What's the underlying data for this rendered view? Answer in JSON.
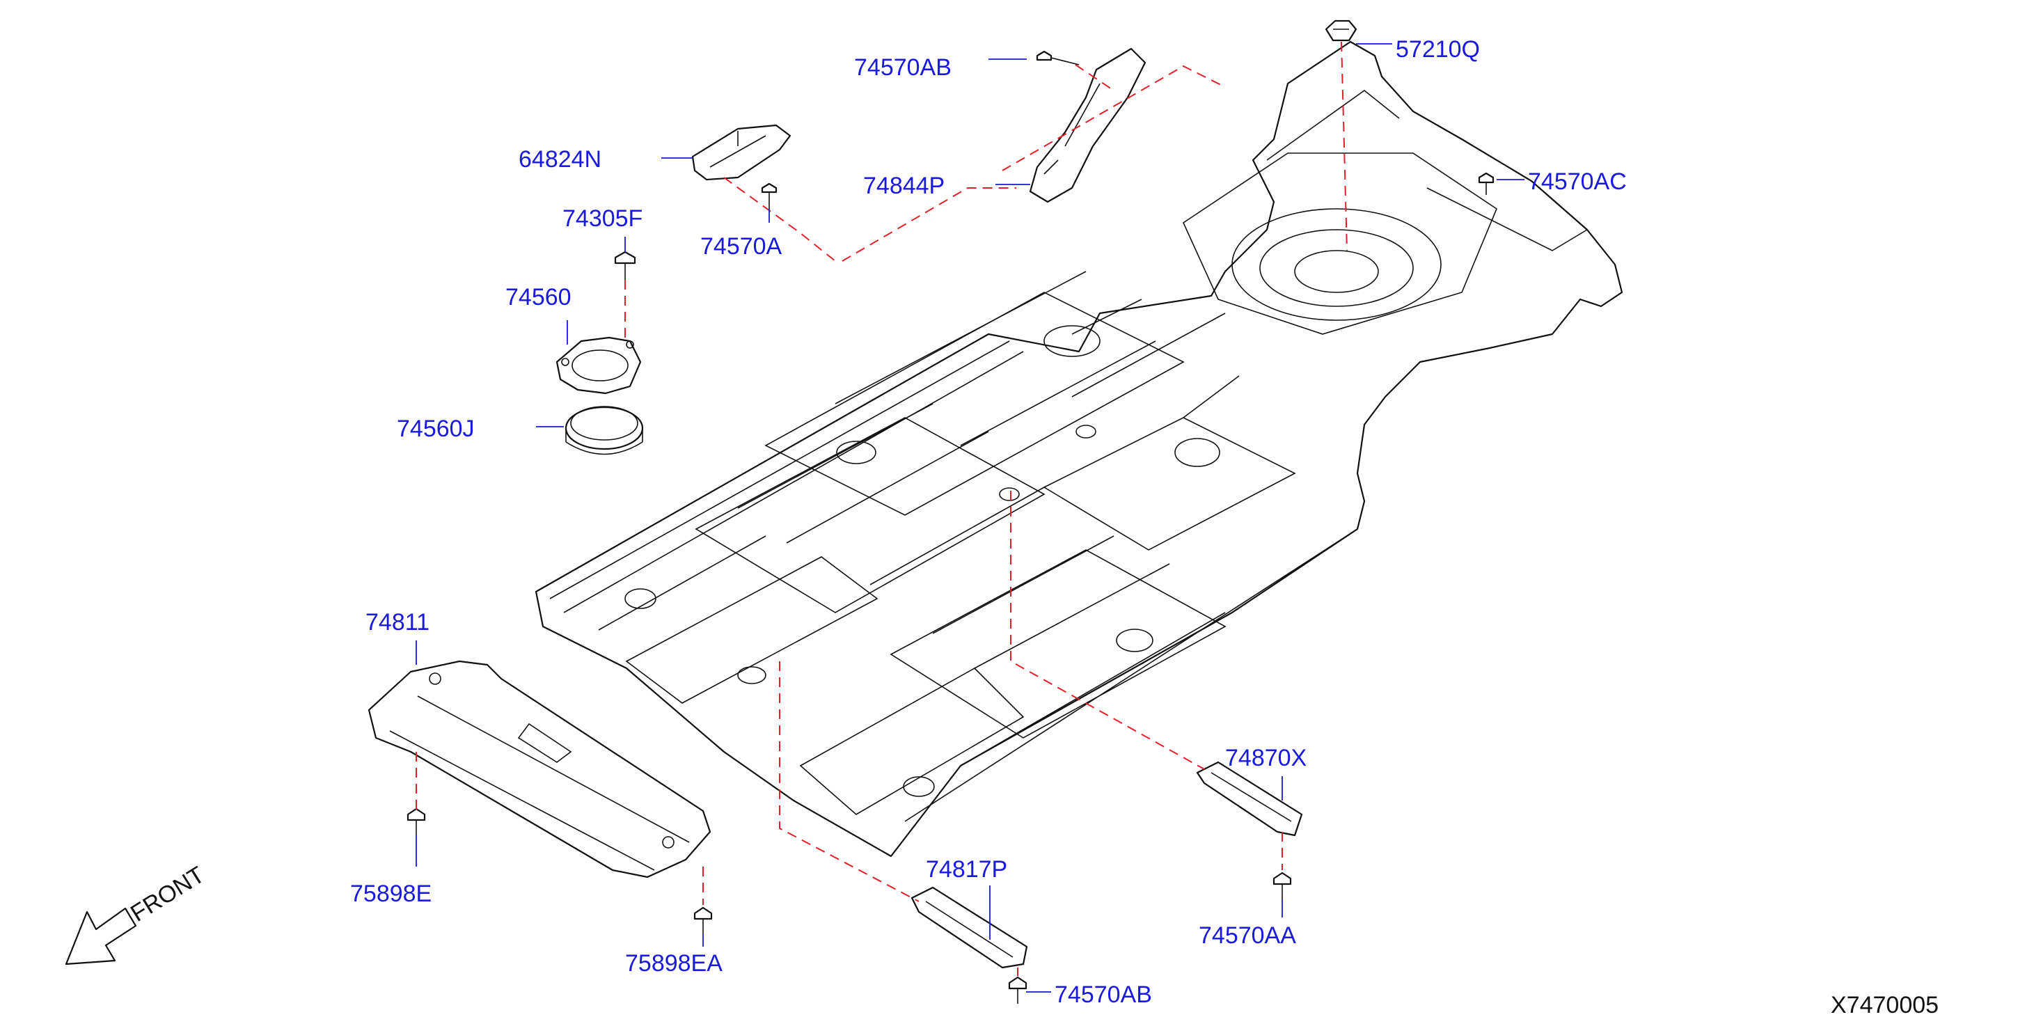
{
  "diagram": {
    "code": "X7470005",
    "front_label": "FRONT",
    "callouts": [
      {
        "id": "57210Q",
        "text": "57210Q"
      },
      {
        "id": "74570AB-top",
        "text": "74570AB"
      },
      {
        "id": "64824N",
        "text": "64824N"
      },
      {
        "id": "74844P",
        "text": "74844P"
      },
      {
        "id": "74570AC",
        "text": "74570AC"
      },
      {
        "id": "74305F",
        "text": "74305F"
      },
      {
        "id": "74570A",
        "text": "74570A"
      },
      {
        "id": "74560",
        "text": "74560"
      },
      {
        "id": "74560J",
        "text": "74560J"
      },
      {
        "id": "74811",
        "text": "74811"
      },
      {
        "id": "74870X",
        "text": "74870X"
      },
      {
        "id": "74817P",
        "text": "74817P"
      },
      {
        "id": "75898E",
        "text": "75898E"
      },
      {
        "id": "75898EA",
        "text": "75898EA"
      },
      {
        "id": "74570AA",
        "text": "74570AA"
      },
      {
        "id": "74570AB-bottom",
        "text": "74570AB"
      }
    ]
  },
  "colors": {
    "label": "#1a1adc",
    "line": "#111111",
    "dashed_guide": "#e0202a",
    "background": "#ffffff"
  }
}
